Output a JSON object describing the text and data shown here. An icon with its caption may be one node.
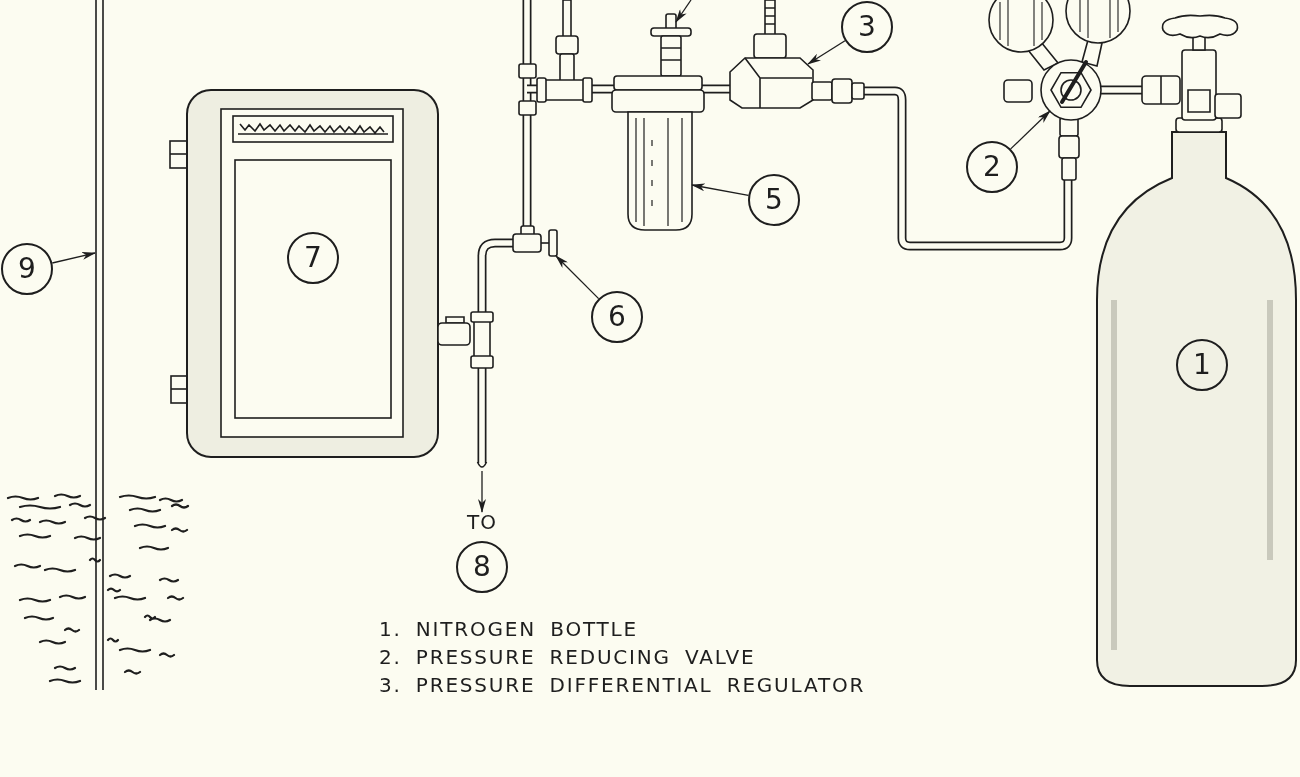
{
  "diagram": {
    "nodes": [
      {
        "text": [
          "3"
        ]
      },
      {
        "text": [
          "2"
        ]
      },
      {
        "text": [
          "5"
        ]
      },
      {
        "text": [
          "7"
        ]
      },
      {
        "text": [
          "9"
        ]
      },
      {
        "text": [
          "6"
        ]
      },
      {
        "text": [
          "1"
        ]
      },
      {
        "text": [
          "TO",
          "8"
        ]
      },
      {
        "text": [],
        "shape": "picture"
      },
      {
        "text": [],
        "shape": "picture"
      },
      {
        "text": [],
        "shape": "picture"
      },
      {
        "text": [],
        "shape": "picture"
      },
      {
        "text": [],
        "shape": "picture"
      }
    ],
    "edges": [
      {
        "from": 4,
        "to": 8,
        "arrow": "to"
      },
      {
        "from": 5,
        "to": 9,
        "arrow": "to"
      },
      {
        "from": 2,
        "to": 10,
        "arrow": "to"
      },
      {
        "from": 1,
        "to": 11,
        "arrow": "to"
      },
      {
        "from": 0,
        "to": 12,
        "arrow": "to"
      },
      {
        "from": null,
        "to": 7,
        "arrow": "to"
      },
      {
        "from": null,
        "to": 10,
        "arrow": "to"
      }
    ],
    "labels": [
      "1. NITROGEN BOTTLE",
      "2. PRESSURE REDUCING VALVE",
      "3. PRESSURE DIFFERENTIAL REGULATOR"
    ]
  }
}
